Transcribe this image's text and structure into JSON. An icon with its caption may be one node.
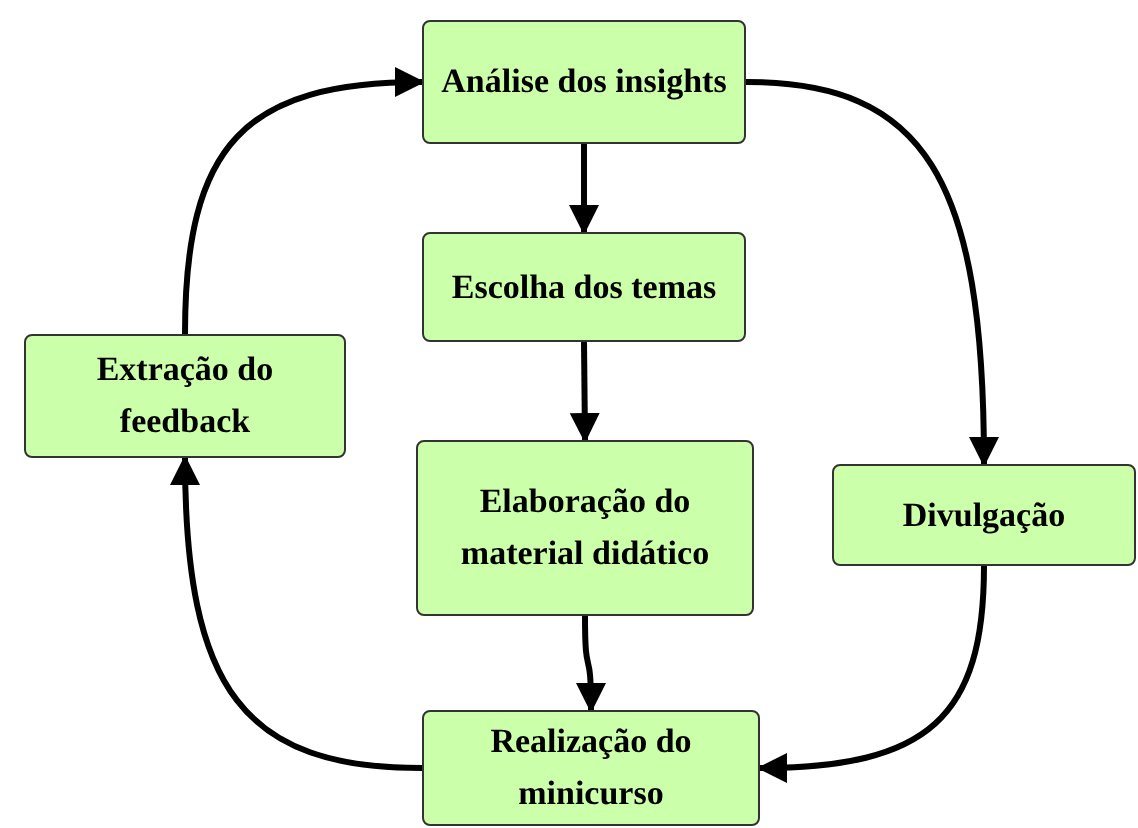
{
  "diagram": {
    "nodes": [
      {
        "text": [
          "Análise dos insights"
        ]
      },
      {
        "text": [
          "Escolha dos temas"
        ]
      },
      {
        "text": [
          "Elaboração do material didático"
        ]
      },
      {
        "text": [
          "Realização do minicurso"
        ]
      },
      {
        "text": [
          "Extração do feedback"
        ]
      },
      {
        "text": [
          "Divulgação"
        ]
      }
    ],
    "edges": [
      {
        "from": 0,
        "to": 1,
        "arrow": "to"
      },
      {
        "from": 1,
        "to": 2,
        "arrow": "to"
      },
      {
        "from": 2,
        "to": 3,
        "arrow": "to"
      },
      {
        "from": 3,
        "to": 4,
        "arrow": "to"
      },
      {
        "from": 4,
        "to": 0,
        "arrow": "to"
      },
      {
        "from": 0,
        "to": 5,
        "arrow": "to"
      },
      {
        "from": 5,
        "to": 3,
        "arrow": "to"
      }
    ]
  }
}
